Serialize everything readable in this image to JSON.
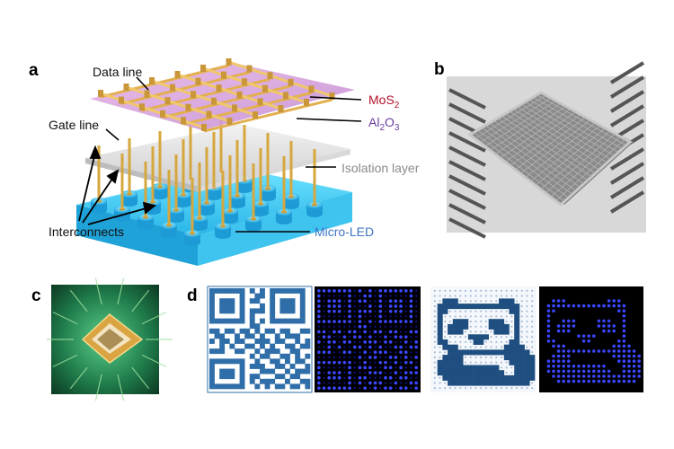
{
  "panels": {
    "a": "a",
    "b": "b",
    "c": "c",
    "d": "d"
  },
  "labels": {
    "data_line": "Data line",
    "gate_line": "Gate line",
    "interconnects": "Interconnects",
    "mos2": {
      "base": "MoS",
      "sub": "2"
    },
    "al2o3": {
      "a": "Al",
      "s1": "2",
      "b": "O",
      "s2": "3"
    },
    "isolation": "Isolation layer",
    "microled": "Micro-LED"
  },
  "colors": {
    "mos2": "#b5132b",
    "al2o3": "#6a3aa0",
    "isolation": "#8a8a8a",
    "microled": "#3f74c6",
    "qr_blue": "#2f6ea8",
    "led_on": "#3a46ff",
    "led_dim": "#1414a0",
    "black_bg": "#000000",
    "panda_blue": "#1f4f80",
    "pcb_green": "#1f7a4a"
  },
  "icons": [
    "photo-microscope",
    "photo-chip",
    "qr-pattern",
    "panda-pattern"
  ]
}
